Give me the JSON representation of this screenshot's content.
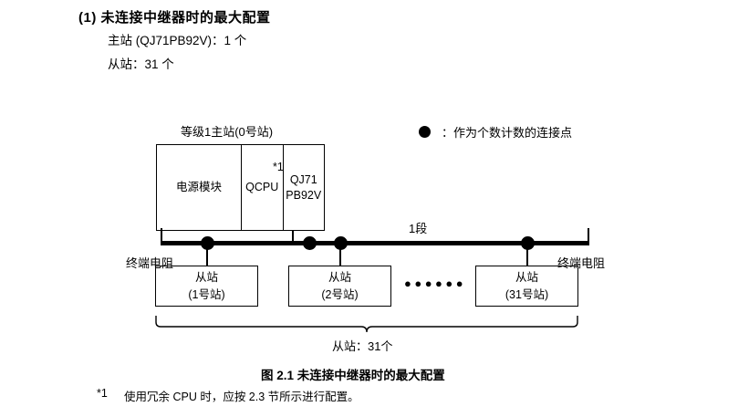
{
  "heading": "(1) 未连接中继器时的最大配置",
  "spec": {
    "master_line": "主站 (QJ71PB92V)：1 个",
    "slave_line": "从站：31 个"
  },
  "legend": {
    "dot_icon": "filled-circle-icon",
    "text": "：作为个数计数的连接点"
  },
  "diagram": {
    "master_label": "等级1主站(0号站)",
    "rack": {
      "power_module": "电源模块",
      "cpu": "QCPU",
      "network_module_line1": "QJ71",
      "network_module_line2": "PB92V",
      "asterisk": "*1"
    },
    "segment_label": "1段",
    "terminator_left": "终端电阻",
    "terminator_right": "终端电阻",
    "slaves": [
      {
        "title": "从站",
        "sub": "(1号站)"
      },
      {
        "title": "从站",
        "sub": "(2号站)"
      },
      {
        "title": "从站",
        "sub": "(31号站)"
      }
    ],
    "ellipsis": "●●●●●●",
    "brace_label": "从站：31个"
  },
  "caption": "图 2.1  未连接中继器时的最大配置",
  "footnote": {
    "mark": "*1",
    "text": "使用冗余 CPU 时，应按 2.3 节所示进行配置。"
  }
}
